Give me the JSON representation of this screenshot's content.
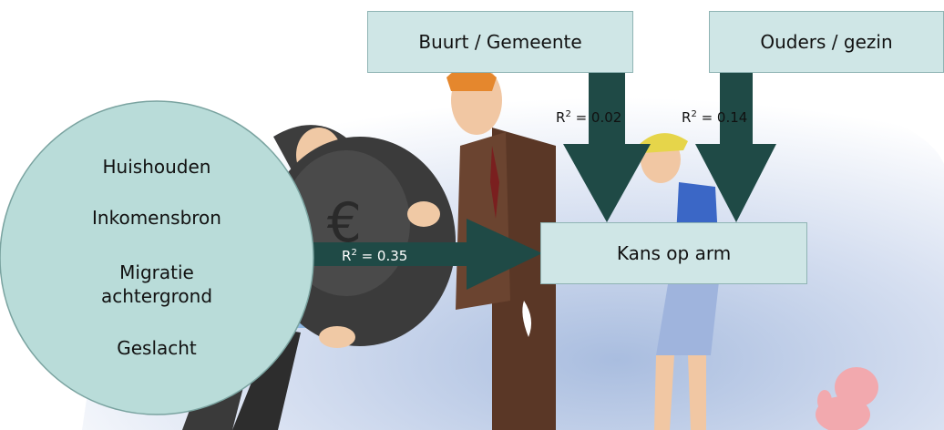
{
  "factors_circle": {
    "items": [
      "Huishouden",
      "Inkomensbron",
      "Migratie\nachtergrond",
      "Geslacht"
    ]
  },
  "boxes": {
    "neighborhood": "Buurt / Gemeente",
    "parents": "Ouders / gezin",
    "outcome": "Kans op arm"
  },
  "r_squared": {
    "prefix": "R",
    "exponent": "2",
    "neighborhood": "= 0.02",
    "parents": "= 0.14",
    "individual": "= 0.35"
  },
  "colors": {
    "arrow": "#1f4a46",
    "box_fill": "#cfe6e6",
    "circle_fill": "#b9dcd9"
  }
}
